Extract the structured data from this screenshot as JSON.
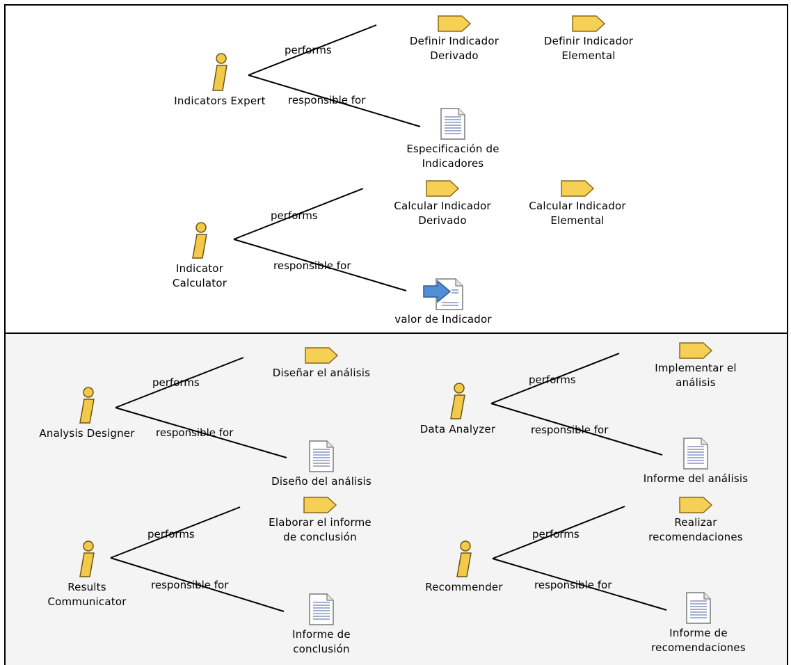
{
  "relations": {
    "performs": "performs",
    "responsible_for": "responsible for"
  },
  "top": {
    "indicators_expert": {
      "role": [
        "Indicators Expert"
      ],
      "tasks": [
        [
          "Definir Indicador",
          "Derivado"
        ],
        [
          "Definir Indicador",
          "Elemental"
        ]
      ],
      "product": [
        "Especificación de",
        "Indicadores"
      ]
    },
    "indicator_calculator": {
      "role": [
        "Indicator",
        "Calculator"
      ],
      "tasks": [
        [
          "Calcular Indicador",
          "Derivado"
        ],
        [
          "Calcular Indicador",
          "Elemental"
        ]
      ],
      "product": [
        "valor de Indicador"
      ]
    }
  },
  "bottom": {
    "analysis_designer": {
      "role": [
        "Analysis Designer"
      ],
      "task": [
        "Diseñar el análisis"
      ],
      "product": [
        "Diseño del análisis"
      ]
    },
    "data_analyzer": {
      "role": [
        "Data Analyzer"
      ],
      "task": [
        "Implementar el",
        "análisis"
      ],
      "product": [
        "Informe del análisis"
      ]
    },
    "results_communicator": {
      "role": [
        "Results",
        "Communicator"
      ],
      "task": [
        "Elaborar el informe",
        "de conclusión"
      ],
      "product": [
        "Informe de",
        "conclusión"
      ]
    },
    "recommender": {
      "role": [
        "Recommender"
      ],
      "task": [
        "Realizar",
        "recomendaciones"
      ],
      "product": [
        "Informe de",
        "recomendaciones"
      ]
    }
  },
  "colors": {
    "role_fill": "#f3c94a",
    "task_fill": "#f6cf55",
    "doc_lines": "#6a80b0",
    "arrow_fill": "#4f8fd6"
  }
}
